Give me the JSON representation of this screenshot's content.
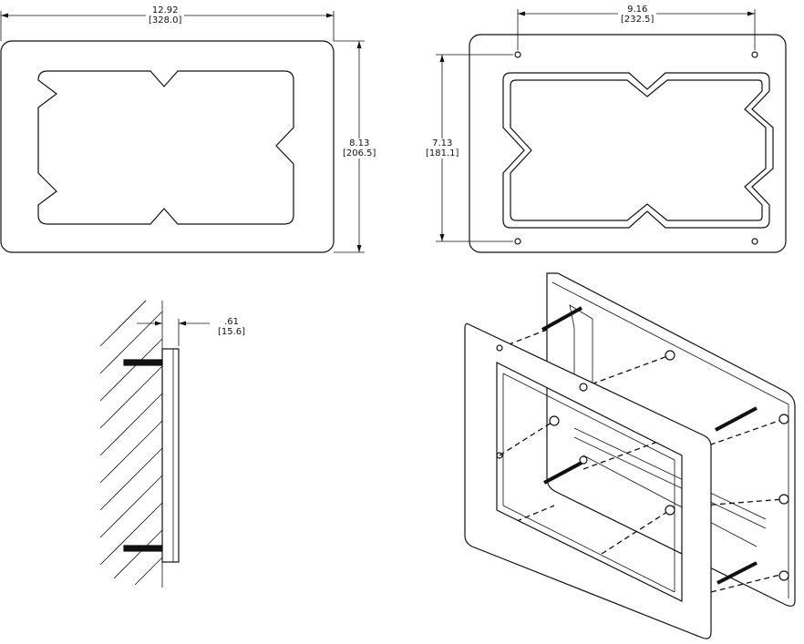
{
  "front_view": {
    "width_in": "12.92",
    "width_mm": "[328.0]",
    "height_in": "8.13",
    "height_mm": "[206.5]"
  },
  "back_view": {
    "hole_spacing_in": "9.16",
    "hole_spacing_mm": "[232.5]",
    "hole_vertical_in": "7.13",
    "hole_vertical_mm": "[181.1]"
  },
  "side_view": {
    "depth_in": ".61",
    "depth_mm": "[15.6]"
  },
  "colors": {
    "line": "#111111",
    "background": "#ffffff"
  }
}
